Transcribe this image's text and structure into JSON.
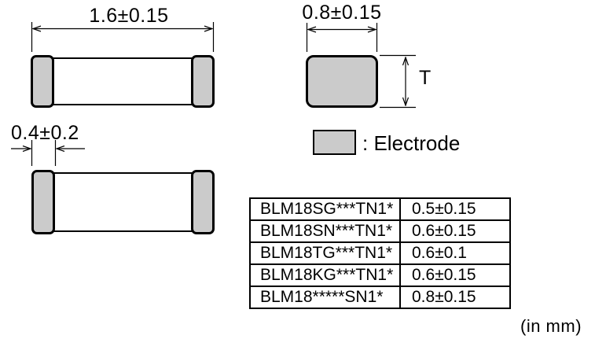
{
  "drawing": {
    "top_view": {
      "length_dim": "1.6±0.15"
    },
    "side_view": {
      "electrode_width_dim": "0.4±0.2"
    },
    "end_view": {
      "width_dim": "0.8±0.15",
      "thickness_label": "T"
    }
  },
  "legend": {
    "label": ": Electrode"
  },
  "thickness_table": {
    "rows": [
      {
        "part_number": "BLM18SG***TN1*",
        "thickness": "0.5±0.15"
      },
      {
        "part_number": "BLM18SN***TN1*",
        "thickness": "0.6±0.15"
      },
      {
        "part_number": "BLM18TG***TN1*",
        "thickness": "0.6±0.1"
      },
      {
        "part_number": "BLM18KG***TN1*",
        "thickness": "0.6±0.15"
      },
      {
        "part_number": "BLM18*****SN1*",
        "thickness": "0.8±0.15"
      }
    ]
  },
  "units_note": "(in mm)",
  "colors": {
    "electrode_fill": "#cbcbcb",
    "line": "#000000"
  }
}
